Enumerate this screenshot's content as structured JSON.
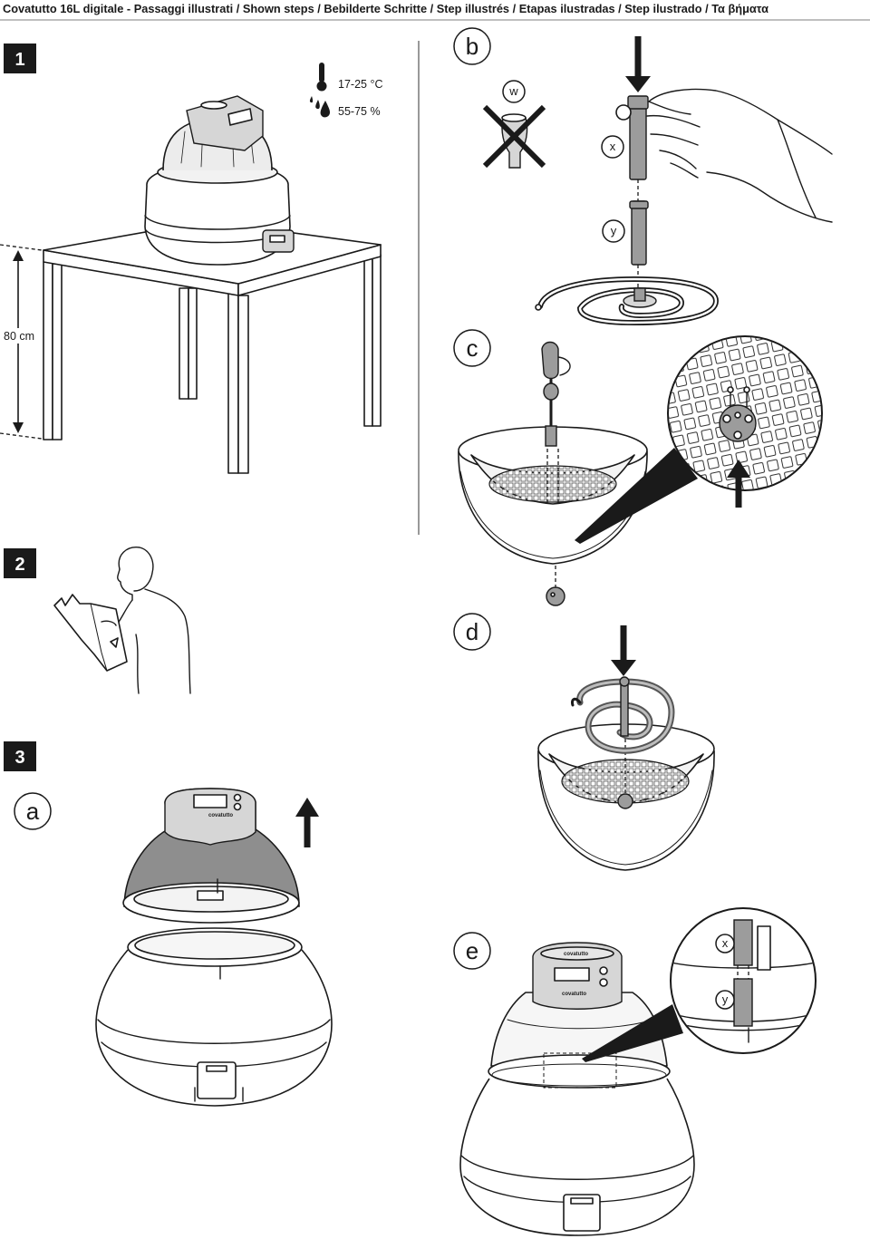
{
  "header": {
    "title": "Covatutto 16L digitale - Passaggi illustrati / Shown steps / Bebilderte Schritte / Step illustrés / Etapas ilustradas / Step ilustrado / Τα βήματα"
  },
  "steps": [
    {
      "number": "1"
    },
    {
      "number": "2"
    },
    {
      "number": "3"
    }
  ],
  "substeps": {
    "a": "a",
    "b": "b",
    "c": "c",
    "d": "d",
    "e": "e"
  },
  "step1": {
    "temperature": "17-25 °C",
    "humidity": "55-75 %",
    "table_height": "80 cm"
  },
  "step_b": {
    "w_label": "w",
    "x_label": "x",
    "y_label": "y"
  },
  "step_e": {
    "x_label": "x",
    "y_label": "y"
  },
  "branding": {
    "logo_text": "covatutto"
  },
  "icons": {
    "temperature": "thermometer-icon",
    "humidity": "water-drops-icon",
    "lift": "arrow-up-icon",
    "insert": "arrow-down-icon",
    "not_used": "cross-icon"
  },
  "colors": {
    "ink": "#1a1a1a",
    "shell_gray": "#8e8e8e",
    "part_gray": "#9c9c9c",
    "panel_gray": "#d6d6d6"
  }
}
